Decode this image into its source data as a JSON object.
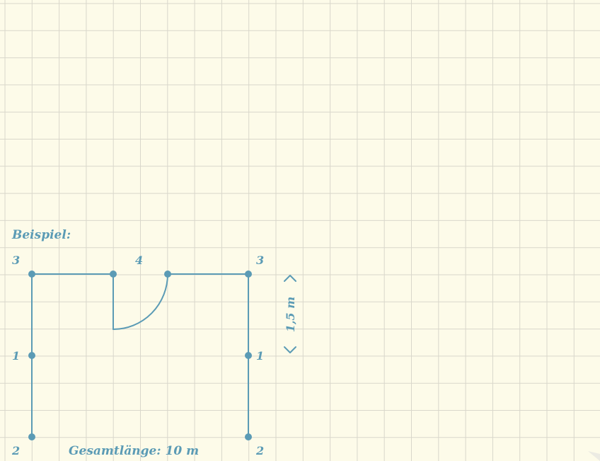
{
  "colors": {
    "background": "#fdfbe9",
    "grid": "#d9d7cb",
    "ink": "#5b9bb5"
  },
  "diagram": {
    "heading": "Beispiel:",
    "total_length": "Gesamtlänge: 10 m",
    "dimension": "1,5 m",
    "point_labels": {
      "top_left": "3",
      "top_right": "3",
      "top_middle": "4",
      "middle_left": "1",
      "middle_right": "1",
      "bottom_left": "2",
      "bottom_right": "2"
    }
  }
}
